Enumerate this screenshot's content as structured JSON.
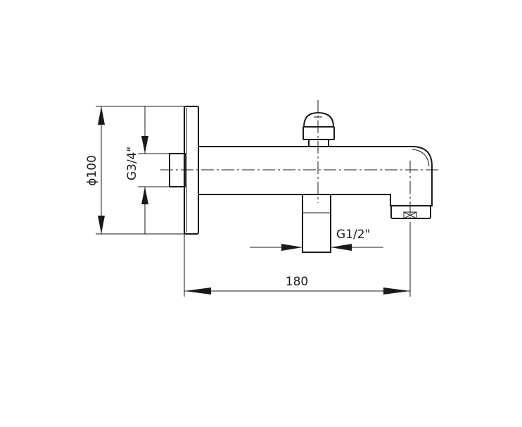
{
  "drawing": {
    "dimensions": {
      "flange_diameter": "ϕ100",
      "inlet_thread": "G3/4\"",
      "diverter_thread": "G1/2\"",
      "length": "180"
    }
  }
}
